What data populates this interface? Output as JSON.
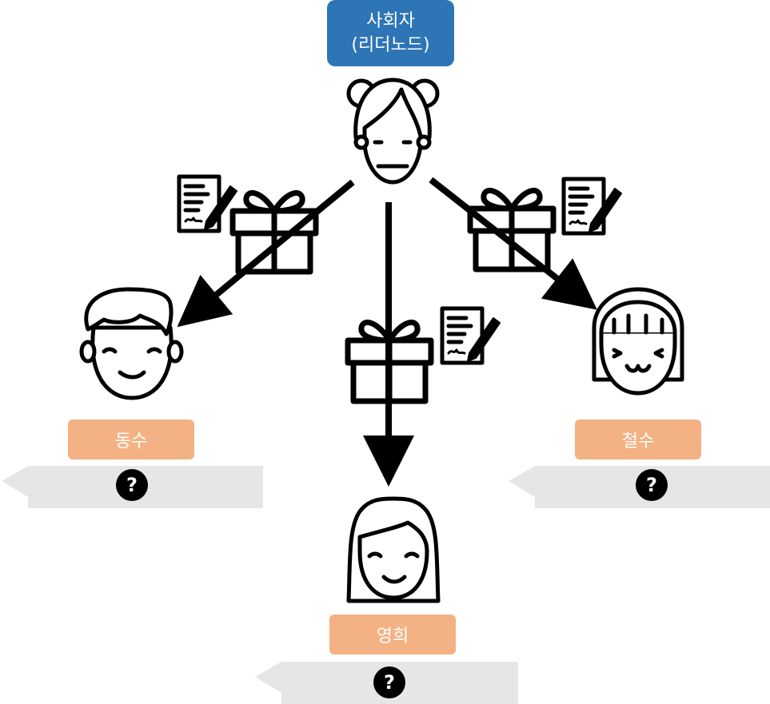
{
  "leader": {
    "line1": "사회자",
    "line2": "(리더노드)"
  },
  "nodes": {
    "dongsu": "동수",
    "cheolsu": "철수",
    "younghee": "영희"
  },
  "unknown_symbol": "?",
  "colors": {
    "leader_bg": "#2e75b6",
    "name_bg": "#f4b183",
    "banner_bg": "#e6e6e6",
    "ink": "#000000"
  },
  "icons": [
    "leader-person-icon",
    "boy-icon",
    "girl-bangs-icon",
    "girl-icon",
    "gift-icon",
    "contract-icon",
    "arrow-icon",
    "question-circle-icon"
  ]
}
